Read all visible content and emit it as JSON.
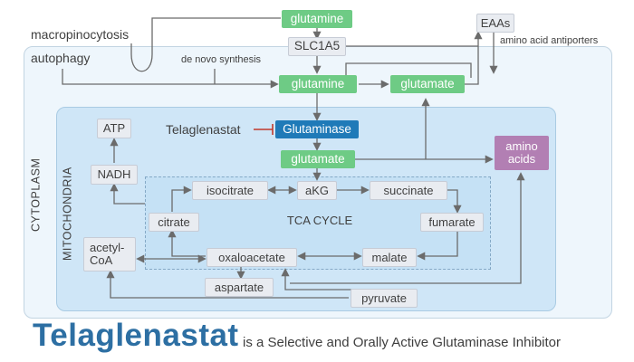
{
  "compartments": {
    "cytoplasm": "CYTOPLASM",
    "mitochondria": "MITOCHONDRIA",
    "tca_cycle": "TCA CYCLE"
  },
  "nodes": {
    "glutamine_extracellular": "glutamine",
    "slc1a5": "SLC1A5",
    "glutamine_cytoplasm": "glutamine",
    "glutamate_cytoplasm": "glutamate",
    "eaas": "EAAs",
    "glutaminase": "Glutaminase",
    "glutamate_mito": "glutamate",
    "amino_acids": "amino acids",
    "atp": "ATP",
    "nadh": "NADH",
    "isocitrate": "isocitrate",
    "akg": "aKG",
    "succinate": "succinate",
    "citrate": "citrate",
    "fumarate": "fumarate",
    "acetyl_coa": "acetyl-CoA",
    "oxaloacetate": "oxaloacetate",
    "malate": "malate",
    "aspartate": "aspartate",
    "pyruvate": "pyruvate"
  },
  "labels": {
    "macropinocytosis": "macropinocytosis",
    "autophagy": "autophagy",
    "de_novo_synthesis": "de novo synthesis",
    "amino_acid_antiporters": "amino acid antiporters",
    "inhibitor": "Telaglenastat"
  },
  "footer": {
    "title": "Telaglenastat",
    "subtitle": "is a Selective and Orally Active Glutaminase Inhibitor"
  },
  "colors": {
    "green_node": "#6ecb85",
    "blue_node": "#1f7ab8",
    "purple_node": "#b27fb3",
    "inhibition": "#c0392b",
    "title_blue": "#2d6fa3"
  }
}
